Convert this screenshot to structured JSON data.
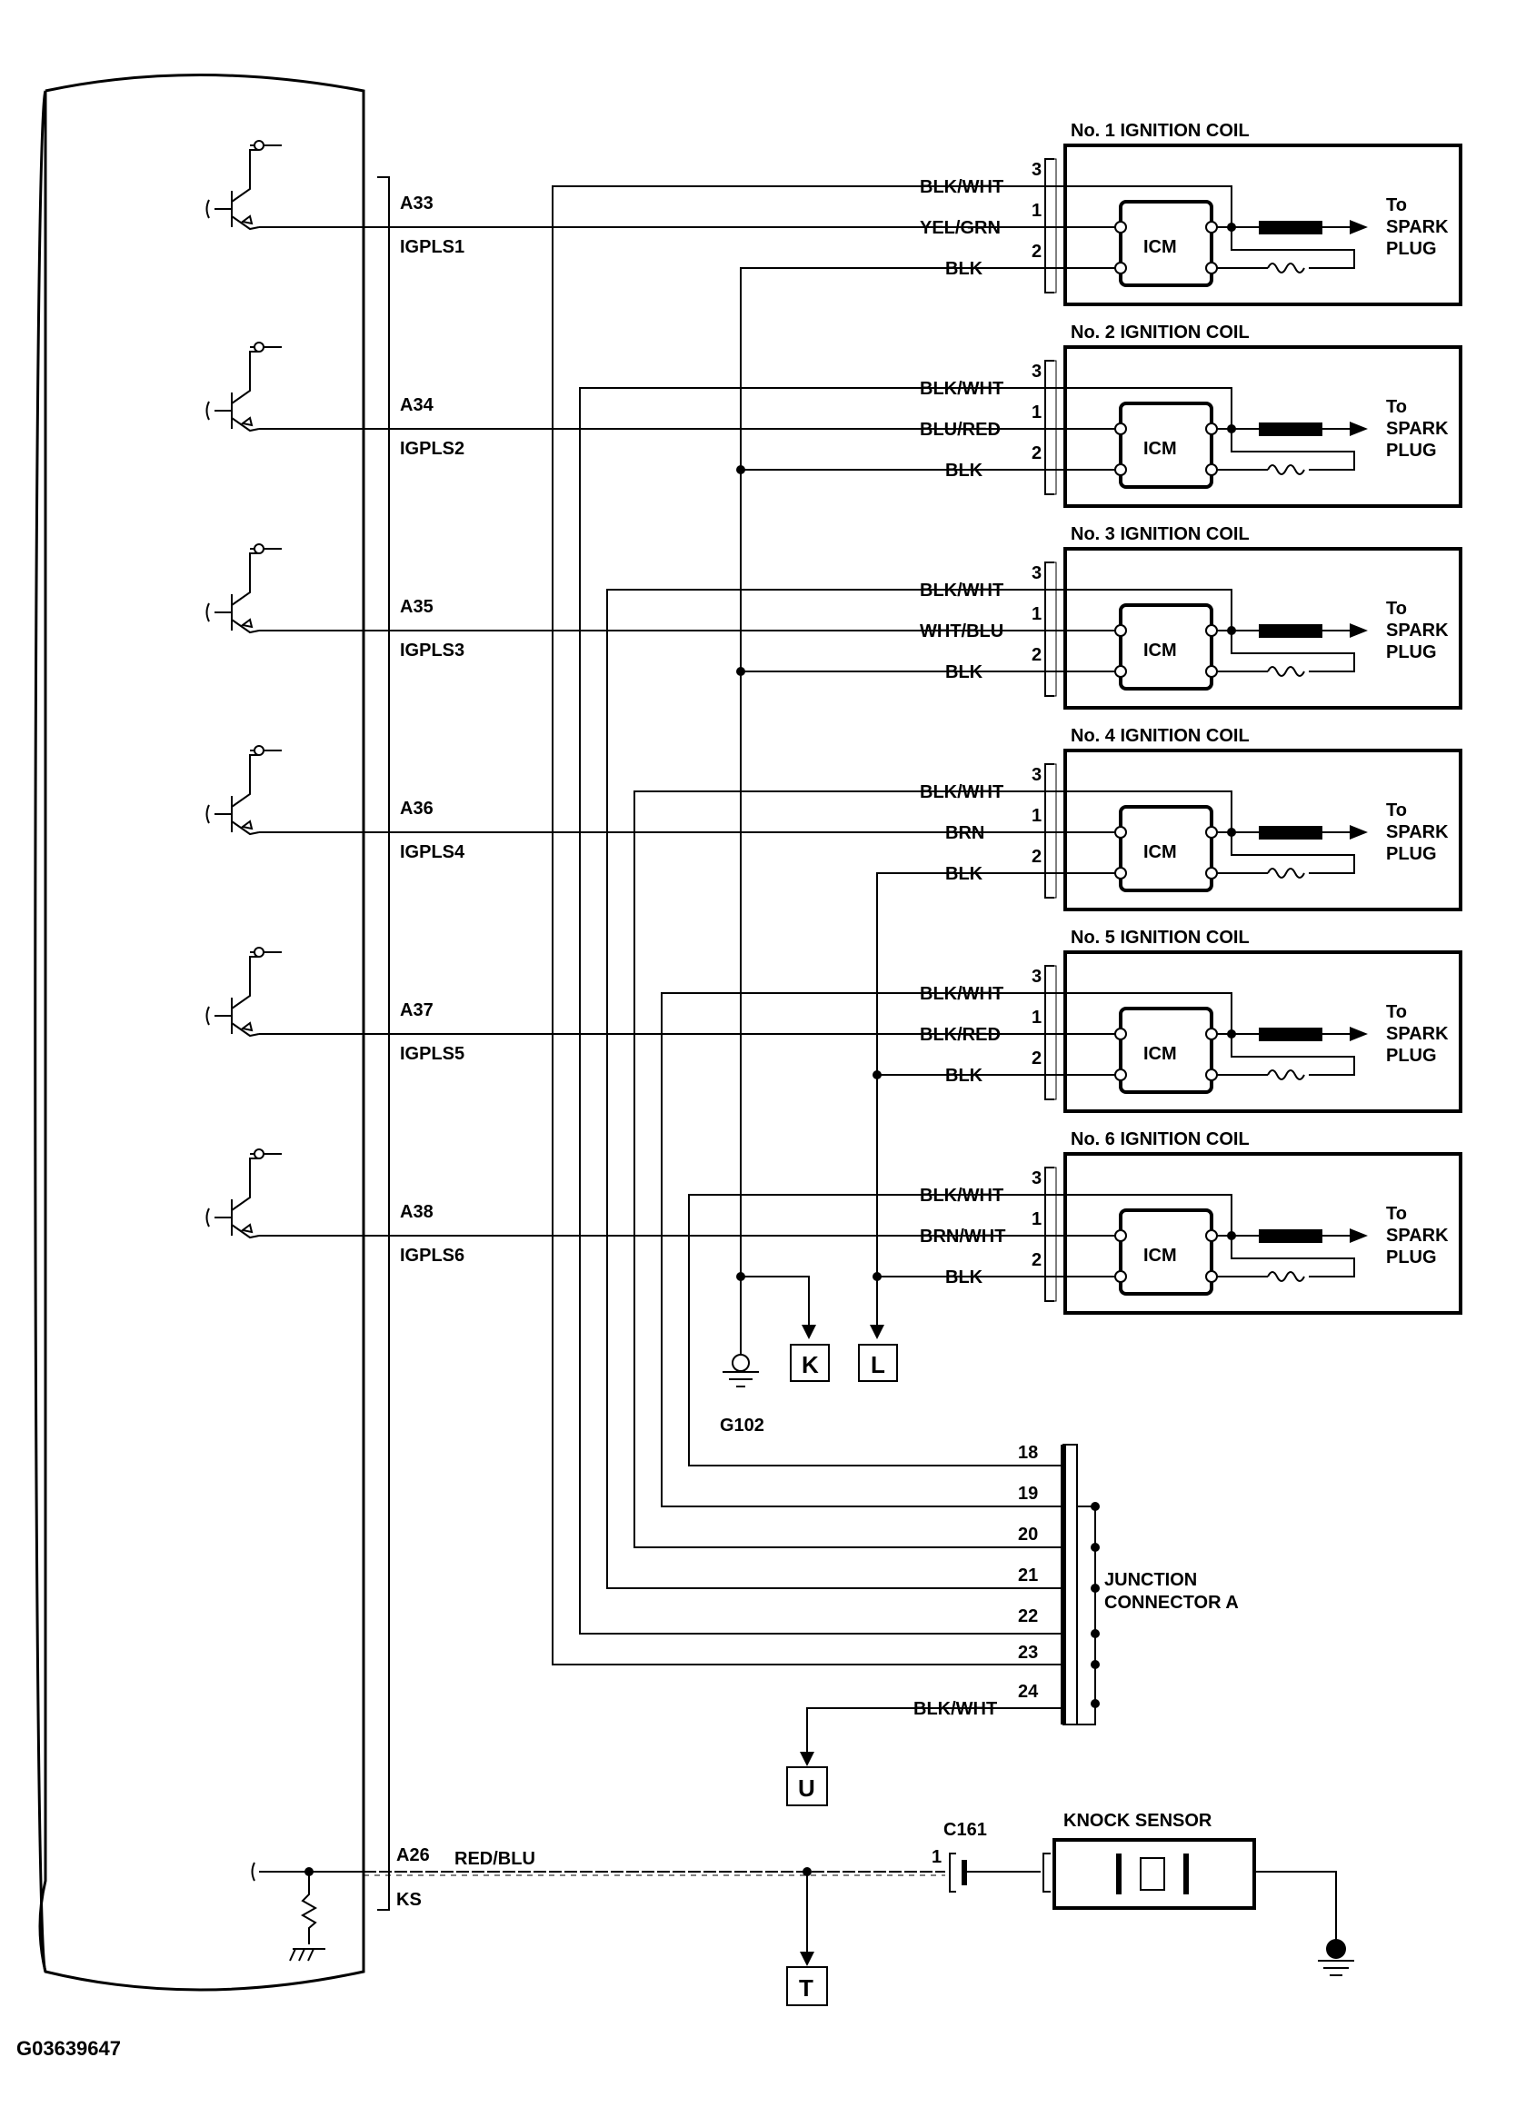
{
  "ecm_pins": [
    {
      "pin": "A33",
      "signal": "IGPLS1"
    },
    {
      "pin": "A34",
      "signal": "IGPLS2"
    },
    {
      "pin": "A35",
      "signal": "IGPLS3"
    },
    {
      "pin": "A36",
      "signal": "IGPLS4"
    },
    {
      "pin": "A37",
      "signal": "IGPLS5"
    },
    {
      "pin": "A38",
      "signal": "IGPLS6"
    }
  ],
  "coils": [
    {
      "title": "No. 1 IGNITION COIL",
      "wires": [
        "BLK/WHT",
        "YEL/GRN",
        "BLK"
      ]
    },
    {
      "title": "No. 2 IGNITION COIL",
      "wires": [
        "BLK/WHT",
        "BLU/RED",
        "BLK"
      ]
    },
    {
      "title": "No. 3 IGNITION COIL",
      "wires": [
        "BLK/WHT",
        "WHT/BLU",
        "BLK"
      ]
    },
    {
      "title": "No. 4 IGNITION COIL",
      "wires": [
        "BLK/WHT",
        "BRN",
        "BLK"
      ]
    },
    {
      "title": "No. 5 IGNITION COIL",
      "wires": [
        "BLK/WHT",
        "BLK/RED",
        "BLK"
      ]
    },
    {
      "title": "No. 6 IGNITION COIL",
      "wires": [
        "BLK/WHT",
        "BRN/WHT",
        "BLK"
      ]
    }
  ],
  "coil_pin_numbers": [
    "3",
    "1",
    "2"
  ],
  "icm_label": "ICM",
  "spark_label": [
    "To",
    "SPARK",
    "PLUG"
  ],
  "ground_label": "G102",
  "connectors": {
    "k": "K",
    "l": "L",
    "u": "U",
    "t": "T"
  },
  "junction": {
    "label_line1": "JUNCTION",
    "label_line2": "CONNECTOR A",
    "pins": [
      "18",
      "19",
      "20",
      "21",
      "22",
      "23",
      "24"
    ],
    "output_wire": "BLK/WHT"
  },
  "knock": {
    "pin": "A26",
    "signal": "KS",
    "wire": "RED/BLU",
    "connector": "C161",
    "connector_pin": "1",
    "sensor_label": "KNOCK SENSOR"
  },
  "figure_id": "G03639647"
}
